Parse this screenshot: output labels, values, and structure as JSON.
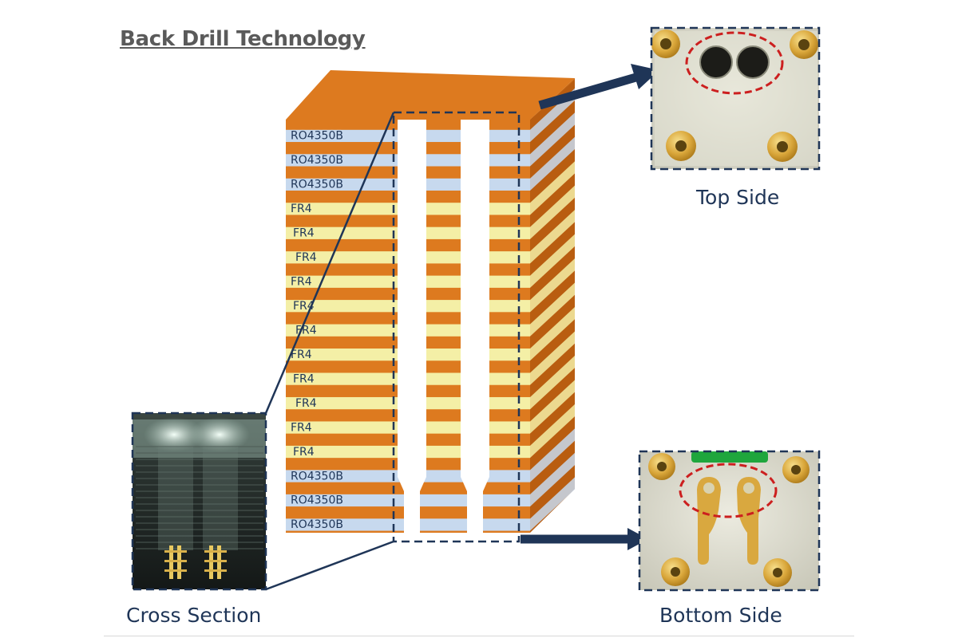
{
  "title": "Back Drill Technology",
  "captions": {
    "top_side": "Top Side",
    "bottom_side": "Bottom Side",
    "cross_section": "Cross Section"
  },
  "layers": [
    "RO4350B",
    "RO4350B",
    "RO4350B",
    "FR4",
    "FR4",
    "FR4",
    "FR4",
    "FR4",
    "FR4",
    "FR4",
    "FR4",
    "FR4",
    "FR4",
    "FR4",
    "RO4350B",
    "RO4350B",
    "RO4350B"
  ],
  "colors": {
    "copper": "#dd7a1f",
    "copper_dark": "#b95d10",
    "ro4350b": "#c7d9ee",
    "fr4": "#f4efa6",
    "navy": "#1f3557",
    "gold": "#e3b54a",
    "board": "#e6e6da",
    "circle": "#cc1f1f",
    "solder_mask": "#1fa63d"
  },
  "icons": [
    "stack-diagram",
    "top-side-photo",
    "bottom-side-photo",
    "cross-section-photo",
    "arrow-right-icon"
  ]
}
